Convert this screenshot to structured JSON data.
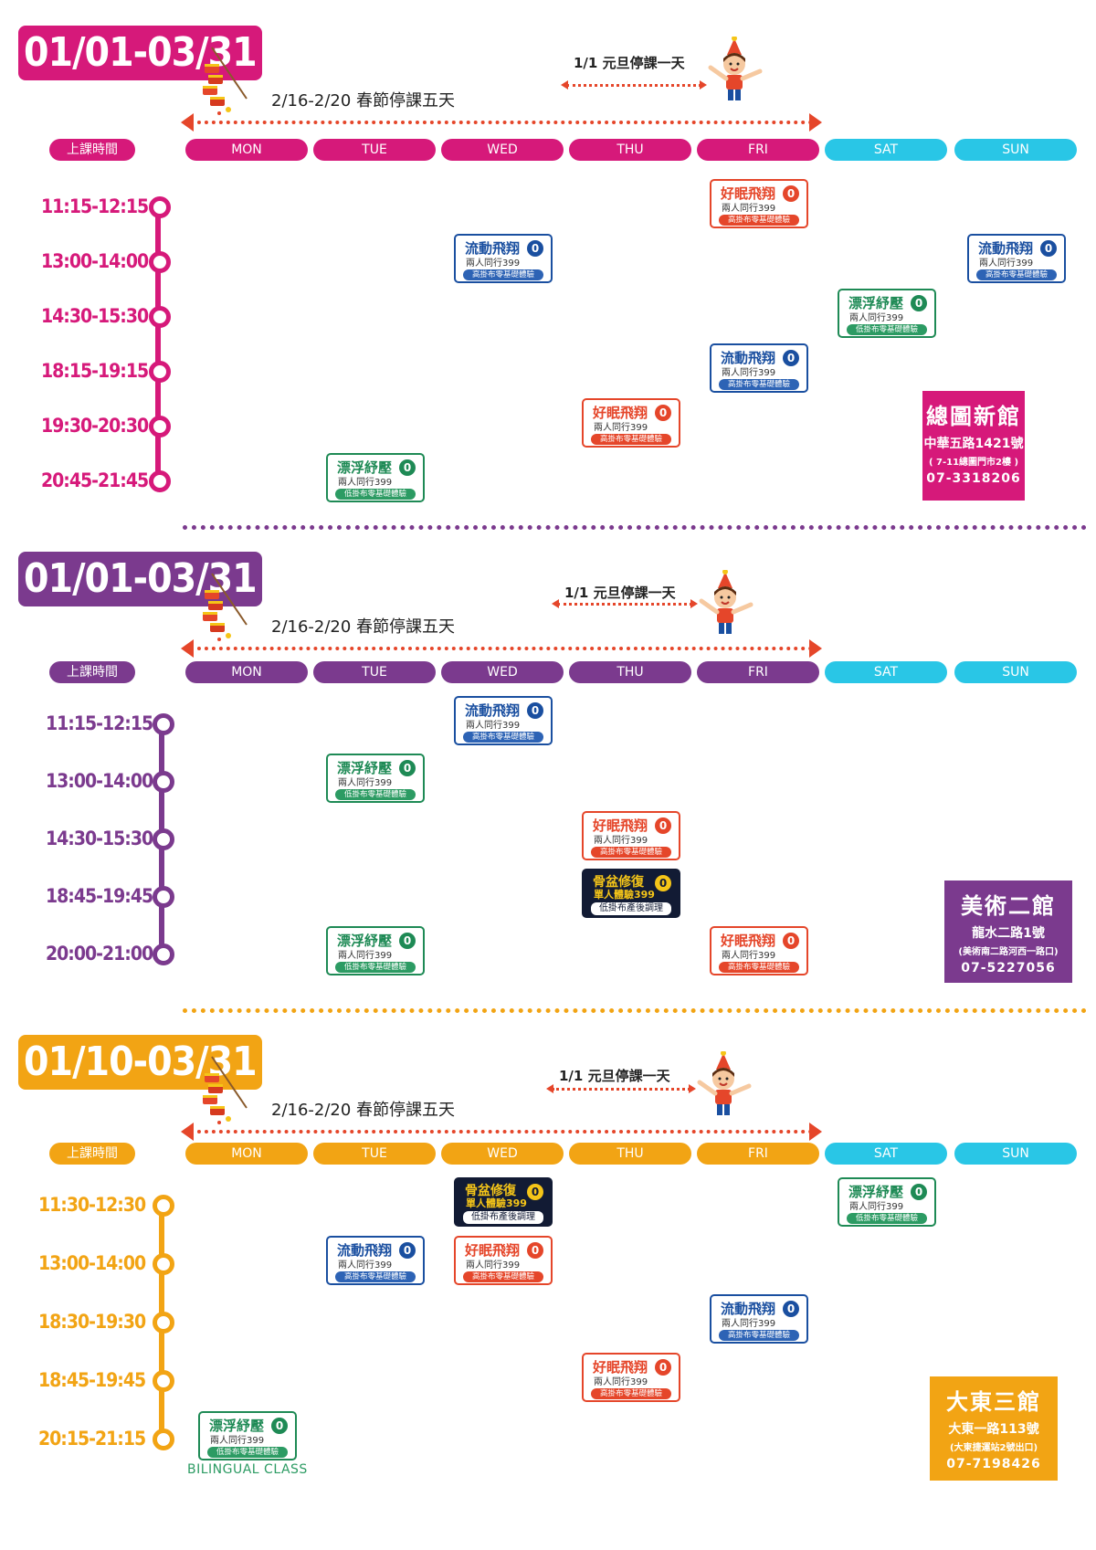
{
  "colors": {
    "magenta": "#d6197a",
    "purple": "#7b3a8e",
    "orange": "#f2a414",
    "cyan": "#29c6e6",
    "red": "#e5462a",
    "blue": "#1a4fa0",
    "green": "#1e8a55",
    "dark": "#121b34"
  },
  "days": [
    "MON",
    "TUE",
    "WED",
    "THU",
    "FRI",
    "SAT",
    "SUN"
  ],
  "common": {
    "time_header": "上課時間",
    "spring_notice": "2/16-2/20 春節停課五天",
    "newyear_notice": "1/1 元旦停課一天"
  },
  "sections": [
    {
      "date_range": "01/01-03/31",
      "times": [
        "11:15-12:15",
        "13:00-14:00",
        "14:30-15:30",
        "18:15-19:15",
        "19:30-20:30",
        "20:45-21:45"
      ],
      "classes": [
        {
          "day": 4,
          "slot": 0,
          "type": "red",
          "name": "好眠飛翔",
          "sub": "兩人同行399",
          "level": "高掛布零基礎體驗",
          "badge": "0"
        },
        {
          "day": 2,
          "slot": 1,
          "type": "blue",
          "name": "流動飛翔",
          "sub": "兩人同行399",
          "level": "高掛布零基礎體驗",
          "badge": "0"
        },
        {
          "day": 6,
          "slot": 1,
          "type": "blue",
          "name": "流動飛翔",
          "sub": "兩人同行399",
          "level": "高掛布零基礎體驗",
          "badge": "0"
        },
        {
          "day": 5,
          "slot": 2,
          "type": "green",
          "name": "漂浮紓壓",
          "sub": "兩人同行399",
          "level": "低掛布零基礎體驗",
          "badge": "0"
        },
        {
          "day": 4,
          "slot": 3,
          "type": "blue",
          "name": "流動飛翔",
          "sub": "兩人同行399",
          "level": "高掛布零基礎體驗",
          "badge": "0"
        },
        {
          "day": 3,
          "slot": 4,
          "type": "red",
          "name": "好眠飛翔",
          "sub": "兩人同行399",
          "level": "高掛布零基礎體驗",
          "badge": "0"
        },
        {
          "day": 1,
          "slot": 5,
          "type": "green",
          "name": "漂浮紓壓",
          "sub": "兩人同行399",
          "level": "低掛布零基礎體驗",
          "badge": "0"
        }
      ],
      "venue": {
        "name": "總圖新館",
        "address": "中華五路1421號",
        "sub": "( 7-11總圖門市2樓 )",
        "phone": "07-3318206"
      }
    },
    {
      "date_range": "01/01-03/31",
      "times": [
        "11:15-12:15",
        "13:00-14:00",
        "14:30-15:30",
        "18:45-19:45",
        "20:00-21:00"
      ],
      "classes": [
        {
          "day": 2,
          "slot": 0,
          "type": "blue",
          "name": "流動飛翔",
          "sub": "兩人同行399",
          "level": "高掛布零基礎體驗",
          "badge": "0"
        },
        {
          "day": 1,
          "slot": 1,
          "type": "green",
          "name": "漂浮紓壓",
          "sub": "兩人同行399",
          "level": "低掛布零基礎體驗",
          "badge": "0"
        },
        {
          "day": 3,
          "slot": 2,
          "type": "red",
          "name": "好眠飛翔",
          "sub": "兩人同行399",
          "level": "高掛布零基礎體驗",
          "badge": "0"
        },
        {
          "day": 3,
          "slot": 3,
          "type": "dark",
          "name": "骨盆修復",
          "sub": "單人體驗399",
          "level": "低掛布產後調理",
          "badge": "0"
        },
        {
          "day": 1,
          "slot": 4,
          "type": "green",
          "name": "漂浮紓壓",
          "sub": "兩人同行399",
          "level": "低掛布零基礎體驗",
          "badge": "0"
        },
        {
          "day": 4,
          "slot": 4,
          "type": "red",
          "name": "好眠飛翔",
          "sub": "兩人同行399",
          "level": "高掛布零基礎體驗",
          "badge": "0"
        }
      ],
      "venue": {
        "name": "美術二館",
        "address": "龍水二路1號",
        "sub": "(美術南二路河西一路口)",
        "phone": "07-5227056"
      }
    },
    {
      "date_range": "01/10-03/31",
      "times": [
        "11:30-12:30",
        "13:00-14:00",
        "18:30-19:30",
        "18:45-19:45",
        "20:15-21:15"
      ],
      "classes": [
        {
          "day": 2,
          "slot": 0,
          "type": "dark",
          "name": "骨盆修復",
          "sub": "單人體驗399",
          "level": "低掛布產後調理",
          "badge": "0"
        },
        {
          "day": 5,
          "slot": 0,
          "type": "green",
          "name": "漂浮紓壓",
          "sub": "兩人同行399",
          "level": "低掛布零基礎體驗",
          "badge": "0"
        },
        {
          "day": 1,
          "slot": 1,
          "type": "blue",
          "name": "流動飛翔",
          "sub": "兩人同行399",
          "level": "高掛布零基礎體驗",
          "badge": "0"
        },
        {
          "day": 2,
          "slot": 1,
          "type": "red",
          "name": "好眠飛翔",
          "sub": "兩人同行399",
          "level": "高掛布零基礎體驗",
          "badge": "0"
        },
        {
          "day": 4,
          "slot": 2,
          "type": "blue",
          "name": "流動飛翔",
          "sub": "兩人同行399",
          "level": "高掛布零基礎體驗",
          "badge": "0"
        },
        {
          "day": 3,
          "slot": 3,
          "type": "red",
          "name": "好眠飛翔",
          "sub": "兩人同行399",
          "level": "高掛布零基礎體驗",
          "badge": "0"
        },
        {
          "day": 0,
          "slot": 4,
          "type": "green",
          "name": "漂浮紓壓",
          "sub": "兩人同行399",
          "level": "低掛布零基礎體驗",
          "badge": "0"
        }
      ],
      "venue": {
        "name": "大東三館",
        "address": "大東一路113號",
        "sub": "(大東捷運站2號出口)",
        "phone": "07-7198426"
      },
      "bilingual": "BILINGUAL CLASS"
    }
  ]
}
